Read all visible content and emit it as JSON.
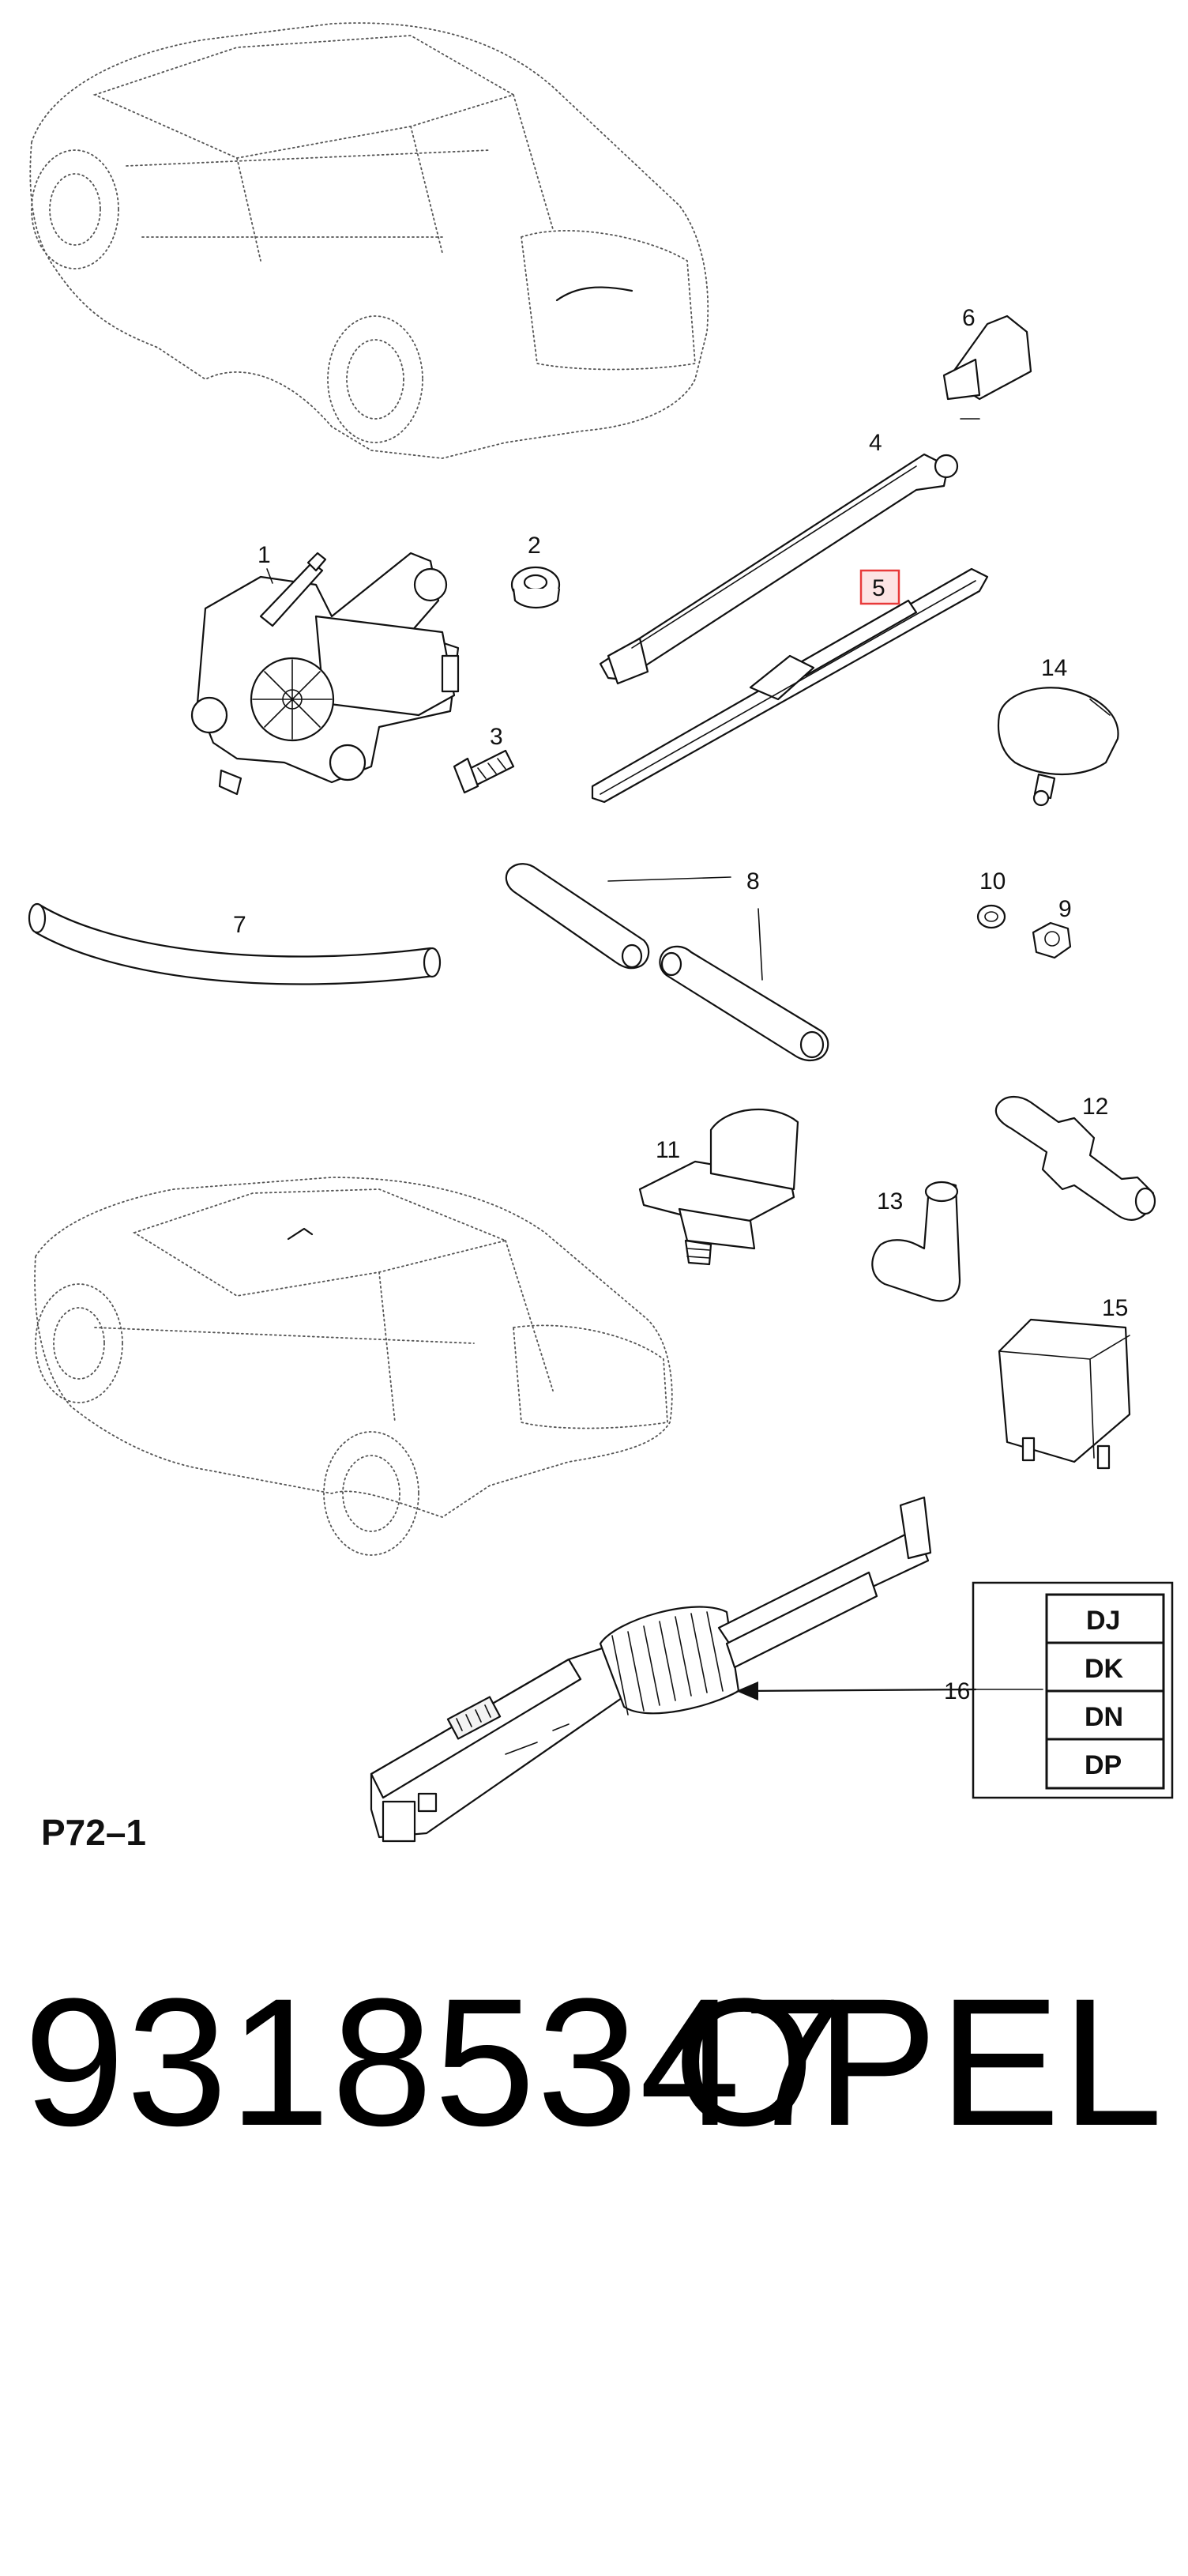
{
  "diagram": {
    "reference": "P72–1",
    "highlight_color": "#e83a3a",
    "parts": [
      {
        "id": "1",
        "label": "1",
        "icon": "wiper-motor-icon"
      },
      {
        "id": "2",
        "label": "2",
        "icon": "grommet-icon"
      },
      {
        "id": "3",
        "label": "3",
        "icon": "bolt-icon"
      },
      {
        "id": "4",
        "label": "4",
        "icon": "wiper-arm-icon"
      },
      {
        "id": "5",
        "label": "5",
        "icon": "wiper-blade-icon",
        "highlighted": true
      },
      {
        "id": "6",
        "label": "6",
        "icon": "arm-cap-icon"
      },
      {
        "id": "7",
        "label": "7",
        "icon": "hose-icon"
      },
      {
        "id": "8",
        "label": "8",
        "icon": "hose-pair-icon"
      },
      {
        "id": "9",
        "label": "9",
        "icon": "nut-icon"
      },
      {
        "id": "10",
        "label": "10",
        "icon": "washer-icon"
      },
      {
        "id": "11",
        "label": "11",
        "icon": "clip-icon"
      },
      {
        "id": "12",
        "label": "12",
        "icon": "connector-icon"
      },
      {
        "id": "13",
        "label": "13",
        "icon": "elbow-icon"
      },
      {
        "id": "14",
        "label": "14",
        "icon": "washer-jet-icon"
      },
      {
        "id": "15",
        "label": "15",
        "icon": "relay-icon"
      },
      {
        "id": "16",
        "label": "16",
        "icon": "wiper-switch-icon"
      }
    ],
    "variant_table": [
      "DJ",
      "DK",
      "DN",
      "DP"
    ]
  },
  "caption": {
    "part_number": "93185347",
    "brand": "OPEL"
  }
}
